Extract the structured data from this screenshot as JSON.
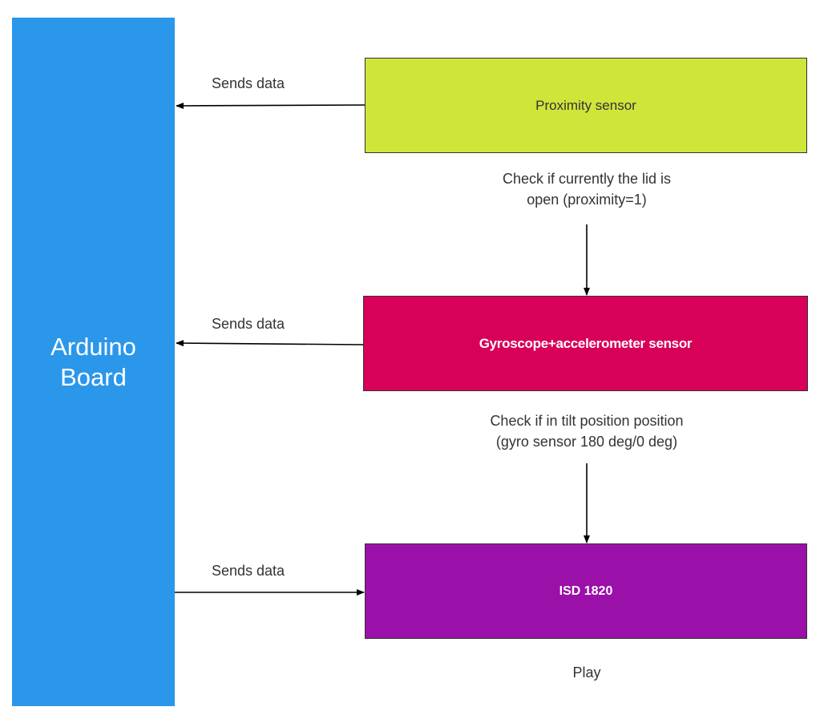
{
  "arduino": {
    "line1": "Arduino",
    "line2": "Board"
  },
  "proximity": {
    "label": "Proximity sensor"
  },
  "gyro": {
    "label": "Gyroscope+accelerometer sensor"
  },
  "isd": {
    "label": "ISD 1820"
  },
  "edges": {
    "prox_to_arduino": "Sends data",
    "gyro_to_arduino": "Sends data",
    "arduino_to_isd": "Sends data",
    "prox_to_gyro_line1": "Check if currently the lid is",
    "prox_to_gyro_line2": "open (proximity=1)",
    "gyro_to_isd_line1": "Check if in tilt position position",
    "gyro_to_isd_line2": "(gyro sensor 180 deg/0 deg)",
    "isd_output": "Play"
  },
  "colors": {
    "arduino": "#2b97eb",
    "proximity": "#d0e53a",
    "gyro": "#d80058",
    "isd": "#9b10a8"
  }
}
